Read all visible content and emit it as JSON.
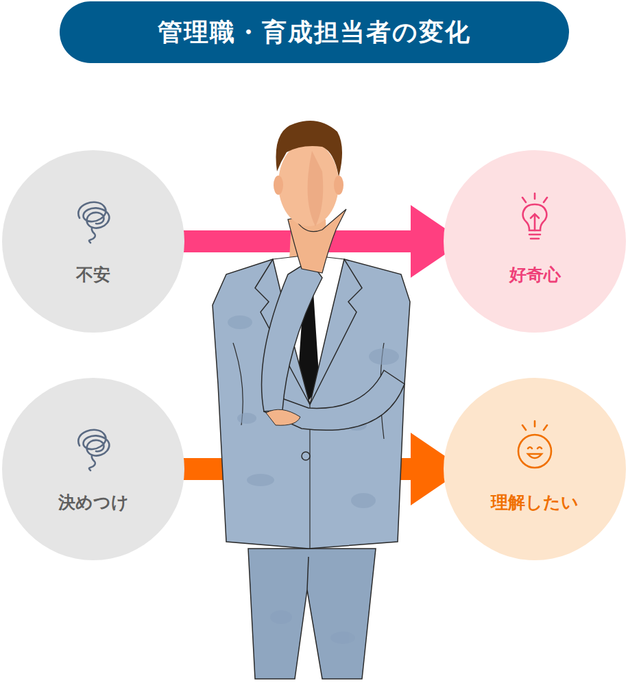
{
  "diagram": {
    "title": "管理職・育成担当者の変化",
    "nodes": [
      {
        "text": [
          "不安"
        ]
      },
      {
        "text": [
          "好奇心"
        ]
      },
      {
        "text": [
          "決めつけ"
        ]
      },
      {
        "text": [
          "理解したい"
        ]
      }
    ],
    "edges": [
      {
        "from": 0,
        "to": 1,
        "arrow": "to"
      },
      {
        "from": 2,
        "to": 3,
        "arrow": "to"
      }
    ]
  }
}
